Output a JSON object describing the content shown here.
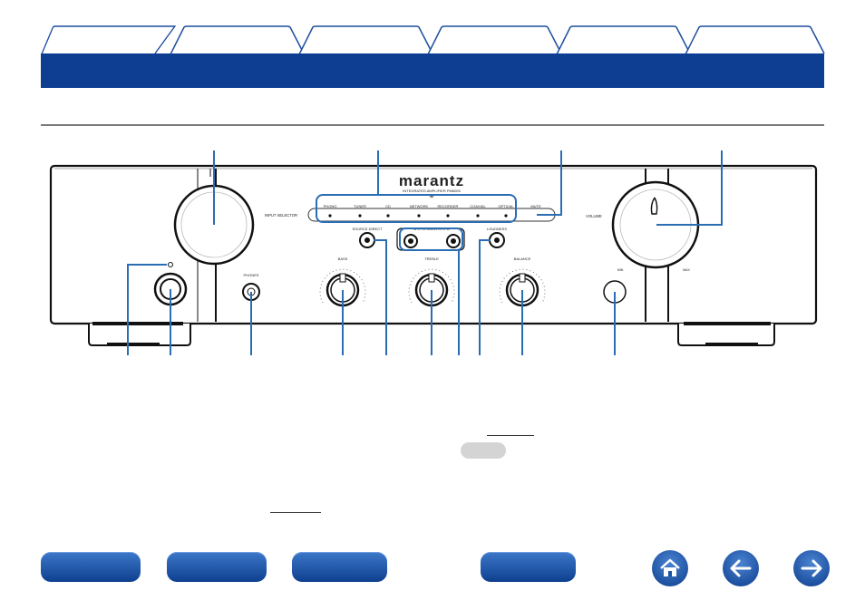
{
  "tabs": [
    "",
    "",
    "",
    "",
    "",
    ""
  ],
  "header": {
    "title": ""
  },
  "colors": {
    "accent": "#0d3e92",
    "callout": "#2a6db5",
    "tab_border": "#1f4f9e"
  },
  "panel": {
    "brand": "marantz",
    "model_line": "INTEGRATED  AMPLIFIER  PM6005",
    "input_selector_label": "INPUT SELECTOR",
    "inputs": [
      "PHONO",
      "TUNER",
      "CD",
      "NETWORK",
      "RECORDER",
      "COAXIAL",
      "OPTICAL"
    ],
    "mute_label": "MUTE",
    "volume_label": "VOLUME",
    "source_direct_label": "SOURCE DIRECT",
    "speakers_label": "A — SPEAKERS — B",
    "loudness_label": "LOUDNESS",
    "phones_label": "PHONES",
    "bass_label": "BASS",
    "treble_label": "TREBLE",
    "balance_label": "BALANCE",
    "min_label": "MIN",
    "max_label": "MAX"
  },
  "icons": [
    "home-icon",
    "back-arrow-icon",
    "forward-arrow-icon"
  ],
  "footer": {
    "buttons": [
      "",
      "",
      "",
      ""
    ]
  }
}
